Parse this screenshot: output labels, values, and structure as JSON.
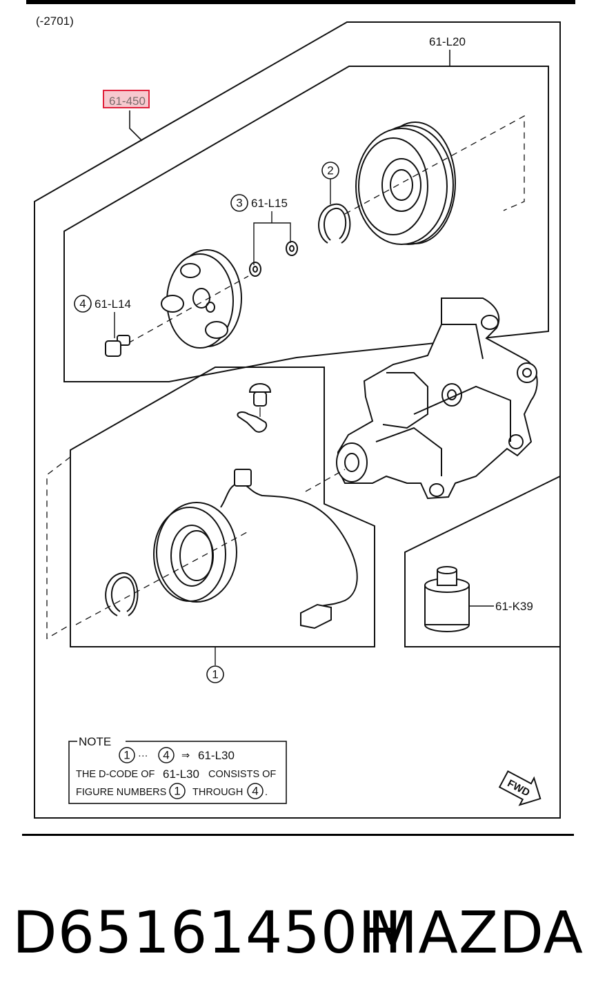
{
  "diagram": {
    "serial_range": "(-2701)",
    "highlighted_part": "61-450",
    "callouts": {
      "pulley_group": "61-L20",
      "nut_group": "61-L15",
      "bolt": "61-L14",
      "oil": "61-K39"
    },
    "figure_numbers": {
      "coil": "1",
      "snap_ring": "2",
      "nut": "3",
      "bolt": "4"
    },
    "note": {
      "heading": "NOTE",
      "range_start": "1",
      "range_sep": "···",
      "range_end": "4",
      "arrow": "⇒",
      "range_target": "61-L30",
      "line2_a": "THE D-CODE OF",
      "line2_code": "61-L30",
      "line2_b": "CONSISTS OF",
      "line3_a": "FIGURE NUMBERS",
      "line3_start": "1",
      "line3_mid": "THROUGH",
      "line3_end": "4",
      "line3_tail": "."
    },
    "fwd_label": "FWD"
  },
  "footer": {
    "part_number": "D65161450H",
    "brand": "MAZDA"
  }
}
